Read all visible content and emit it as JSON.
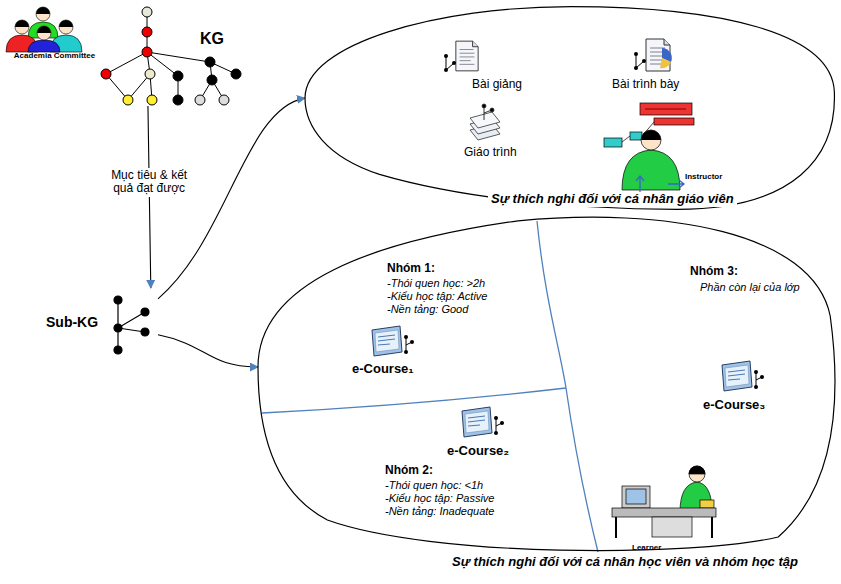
{
  "diagram": {
    "nodes": [
      {
        "text": [
          "Academia Committee"
        ]
      },
      {
        "text": [
          "KG"
        ]
      },
      {
        "text": [
          "Sub-KG"
        ]
      },
      {
        "text": [
          "Sự thích nghi đối với cá nhân giáo viên"
        ]
      },
      {
        "text": [
          "Bài giảng"
        ],
        "in": 3
      },
      {
        "text": [
          "Bài trình bày"
        ],
        "in": 3
      },
      {
        "text": [
          "Giáo trình"
        ],
        "in": 3
      },
      {
        "text": [
          "Instructor"
        ],
        "in": 3
      },
      {
        "text": [
          "Sự thích nghi đối với cá nhân học viên và nhóm học tập"
        ]
      },
      {
        "text": [
          "Nhóm 1:",
          "-Thói quen học: >2h",
          "-Kiểu học tập: Active",
          "-Nền tảng: Good"
        ],
        "in": 8
      },
      {
        "text": [
          "e-Course₁"
        ],
        "in": 9
      },
      {
        "text": [
          "Nhóm 2:",
          "-Thói quen học: <1h",
          "-Kiểu học tập: Passive",
          "-Nền tảng: Inadequate"
        ],
        "in": 8
      },
      {
        "text": [
          "e-Course₂"
        ],
        "in": 11
      },
      {
        "text": [
          "Nhóm 3:",
          "Phần còn lại của lớp"
        ],
        "in": 8
      },
      {
        "text": [
          "e-Course₃"
        ],
        "in": 13
      },
      {
        "text": [
          "Learner"
        ],
        "in": 8
      }
    ],
    "edges": [
      {
        "from": 1,
        "to": 2,
        "label": "Mục tiêu & kết quả đạt được",
        "arrow": "to"
      },
      {
        "from": 2,
        "to": 3,
        "arrow": "to"
      },
      {
        "from": 2,
        "to": 8,
        "arrow": "to"
      }
    ]
  }
}
